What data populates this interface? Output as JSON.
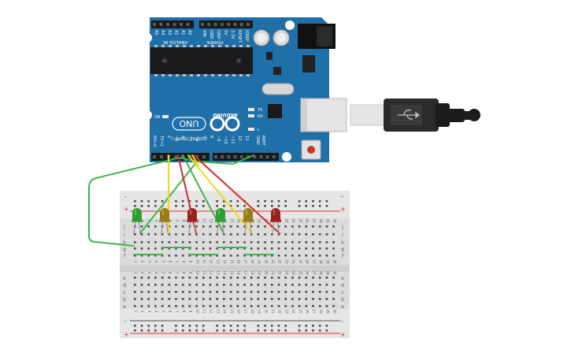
{
  "board": {
    "brand": "ARDUINO",
    "model": "UNO",
    "analog_in": "ANALOG IN",
    "power": "POWER",
    "digital": "DIGITAL (PWM~)",
    "on": "ON",
    "tx": "TX",
    "rx": "RX",
    "l": "L",
    "aref": "AREF",
    "gnd": "GND",
    "analog_pins": [
      "A5",
      "A4",
      "A3",
      "A2",
      "A1",
      "A0"
    ],
    "power_pins": [
      "VIN",
      "GND",
      "GND",
      "5V",
      "3.3V",
      "RESET",
      "IOREF"
    ],
    "digital_pins": [
      "13",
      "12",
      "~11",
      "~10",
      "~9",
      "8",
      "7",
      "~6",
      "~5",
      "4",
      "~3",
      "2",
      "TX→1",
      "RX←0"
    ]
  },
  "breadboard": {
    "columns_top": [
      "1",
      "2",
      "3",
      "4",
      "5",
      "6",
      "7",
      "8",
      "9",
      "10",
      "11",
      "12",
      "13",
      "14",
      "15",
      "16",
      "17",
      "18",
      "19",
      "20",
      "21",
      "22",
      "23",
      "24",
      "25",
      "26",
      "27",
      "28",
      "29",
      "30"
    ],
    "rows_top": [
      "j",
      "i",
      "h",
      "g",
      "f"
    ],
    "rows_bottom": [
      "e",
      "d",
      "c",
      "b",
      "a"
    ],
    "rail_plus": "+",
    "rail_minus": "-"
  },
  "leds": [
    {
      "color": "green"
    },
    {
      "color": "yellow"
    },
    {
      "color": "red"
    },
    {
      "color": "green"
    },
    {
      "color": "yellow"
    },
    {
      "color": "red"
    }
  ],
  "colors": {
    "board_blue": "#1f6fa8",
    "wire_green": "#3db64a",
    "wire_yellow": "#f3d51c",
    "wire_red": "#d42a2a",
    "led_green": "#2e9e2e",
    "led_yellow": "#9a7c14",
    "led_red": "#9c2020"
  }
}
